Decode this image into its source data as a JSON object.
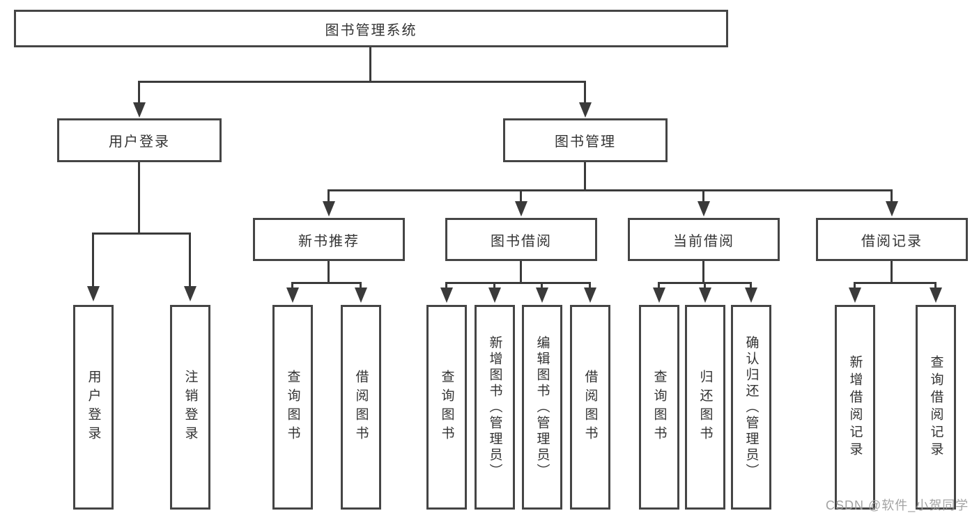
{
  "diagram_type": "hierarchy",
  "root": {
    "label": "图书管理系统"
  },
  "level1": [
    {
      "label": "用户登录"
    },
    {
      "label": "图书管理"
    }
  ],
  "level2": [
    {
      "parent": "图书管理",
      "label": "新书推荐"
    },
    {
      "parent": "图书管理",
      "label": "图书借阅"
    },
    {
      "parent": "图书管理",
      "label": "当前借阅"
    },
    {
      "parent": "图书管理",
      "label": "借阅记录"
    }
  ],
  "leaves": [
    {
      "parent": "用户登录",
      "label": "用户登录"
    },
    {
      "parent": "用户登录",
      "label": "注销登录"
    },
    {
      "parent": "新书推荐",
      "label": "查询图书"
    },
    {
      "parent": "新书推荐",
      "label": "借阅图书"
    },
    {
      "parent": "图书借阅",
      "label": "查询图书"
    },
    {
      "parent": "图书借阅",
      "label": "新增图书（管理员）"
    },
    {
      "parent": "图书借阅",
      "label": "编辑图书（管理员）"
    },
    {
      "parent": "图书借阅",
      "label": "借阅图书"
    },
    {
      "parent": "当前借阅",
      "label": "查询图书"
    },
    {
      "parent": "当前借阅",
      "label": "归还图书"
    },
    {
      "parent": "当前借阅",
      "label": "确认归还（管理员）"
    },
    {
      "parent": "借阅记录",
      "label": "新增借阅记录"
    },
    {
      "parent": "借阅记录",
      "label": "查询借阅记录"
    }
  ],
  "watermark": {
    "text": "CSDN @软件_小贺同学",
    "color": "#9e9e9e"
  },
  "colors": {
    "background": "#ffffff",
    "line": "#3a3a3a",
    "box_border": "#454545",
    "text": "#333333"
  }
}
